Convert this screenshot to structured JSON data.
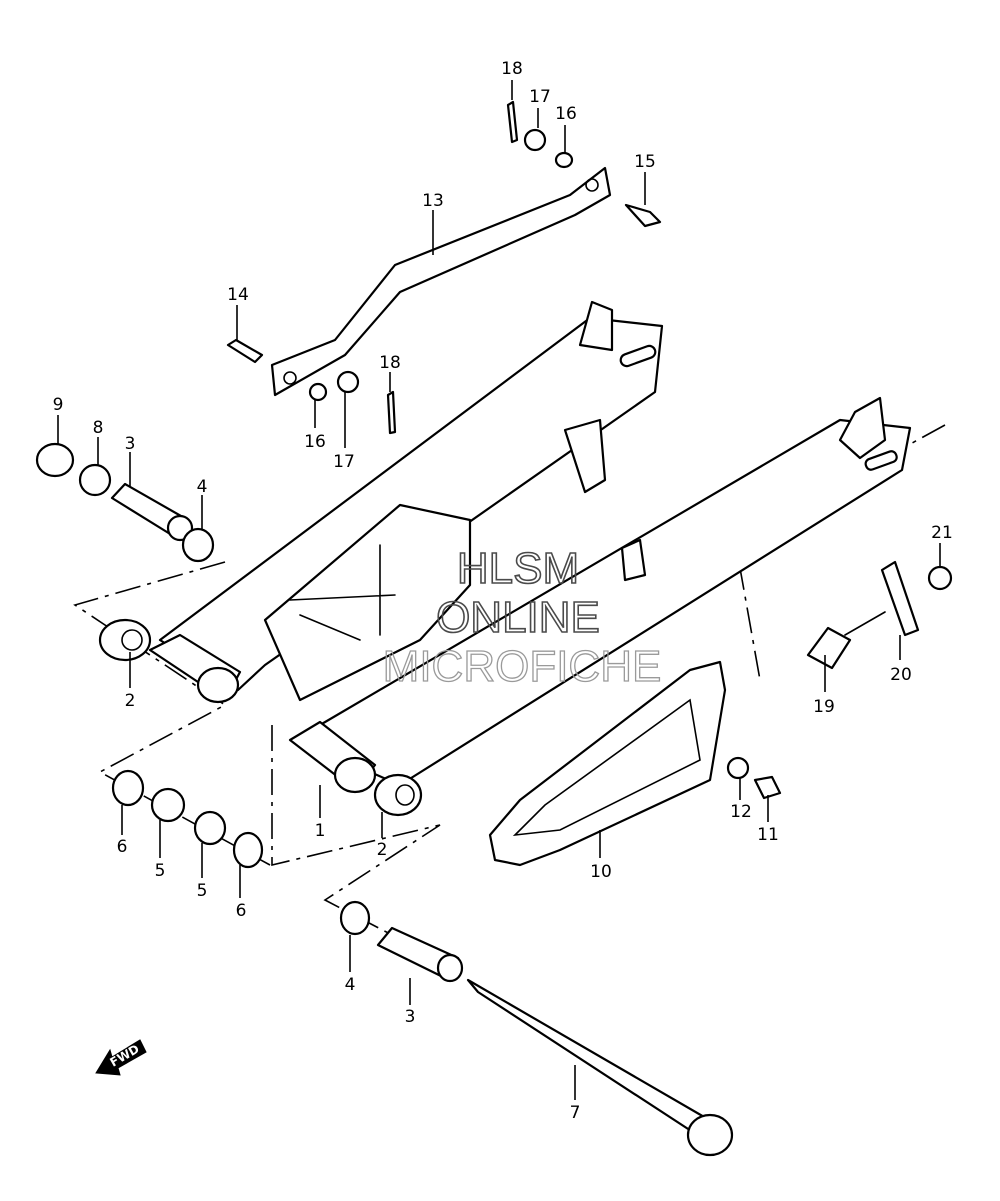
{
  "diagram": {
    "callouts": [
      "18",
      "17",
      "16",
      "15",
      "13",
      "14",
      "18",
      "16",
      "17",
      "9",
      "8",
      "3",
      "4",
      "21",
      "20",
      "19",
      "2",
      "12",
      "11",
      "6",
      "5",
      "5",
      "6",
      "1",
      "2",
      "10",
      "4",
      "3",
      "7"
    ],
    "watermark": [
      "HLSM",
      "ONLINE",
      "MICROFICHE"
    ],
    "direction_label": "FWD"
  }
}
